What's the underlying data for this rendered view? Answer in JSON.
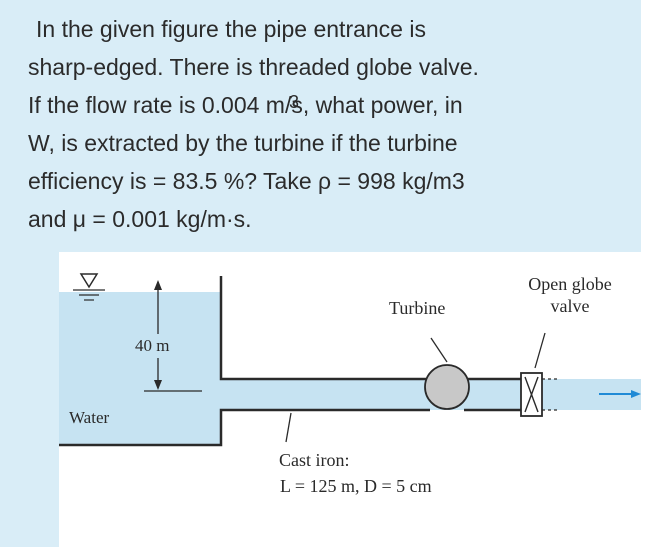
{
  "question": {
    "line1": "In the given figure the pipe entrance is",
    "line2": "sharp-edged.  There is threaded globe valve.",
    "line3_pre": "If the flow rate is 0.004 m",
    "line3_sup": "3",
    "line3_post": "/s, what power, in",
    "line4": "W, is extracted by the turbine if the turbine",
    "line5": "efficiency is = 83.5 %? Take ρ = 998 kg/m3",
    "line6": "and μ = 0.001 kg/m·s."
  },
  "figure": {
    "height_label": "40 m",
    "water_label": "Water",
    "turbine_label": "Turbine",
    "valve_label_line1": "Open globe",
    "valve_label_line2": "valve",
    "pipe_material": "Cast iron:",
    "pipe_dims": "L = 125 m, D = 5 cm"
  },
  "colors": {
    "panel_bg": "#d9edf7",
    "water": "#c6e3f2",
    "flow_arrow": "#1f8ad6",
    "turbine_fill": "#c8c8c8"
  }
}
